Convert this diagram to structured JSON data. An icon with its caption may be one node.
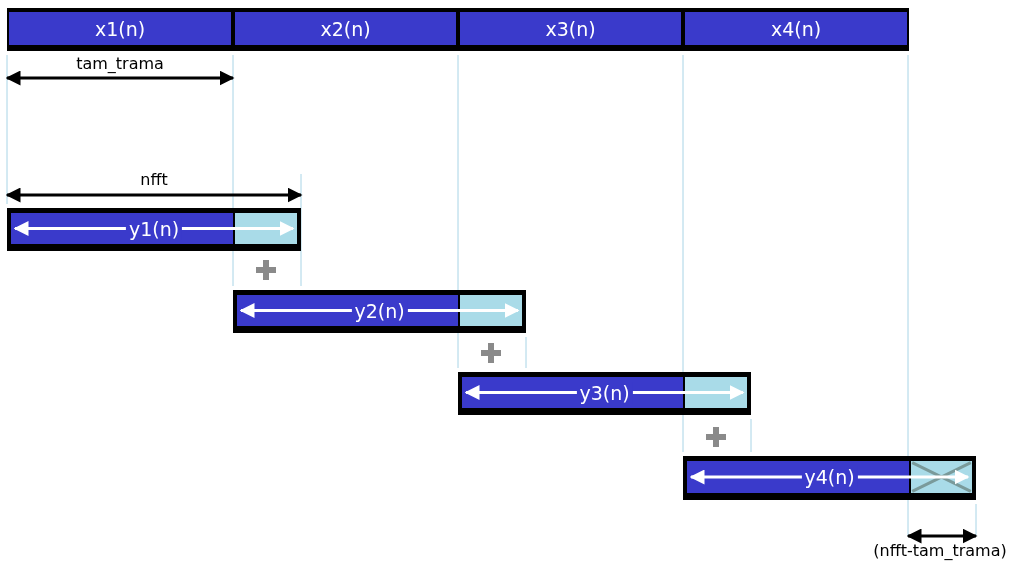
{
  "diagram": {
    "nodes": [
      {
        "text": [
          "x1(n)"
        ]
      },
      {
        "text": [
          "x2(n)"
        ]
      },
      {
        "text": [
          "x3(n)"
        ]
      },
      {
        "text": [
          "x4(n)"
        ]
      },
      {
        "text": [
          "y1(n)"
        ]
      },
      {
        "text": [
          "y2(n)"
        ]
      },
      {
        "text": [
          "y3(n)"
        ]
      },
      {
        "text": [
          "y4(n)"
        ]
      }
    ],
    "edges": [],
    "labels": [
      "tam_trama",
      "nfft",
      "(nfft-tam_trama)"
    ]
  }
}
